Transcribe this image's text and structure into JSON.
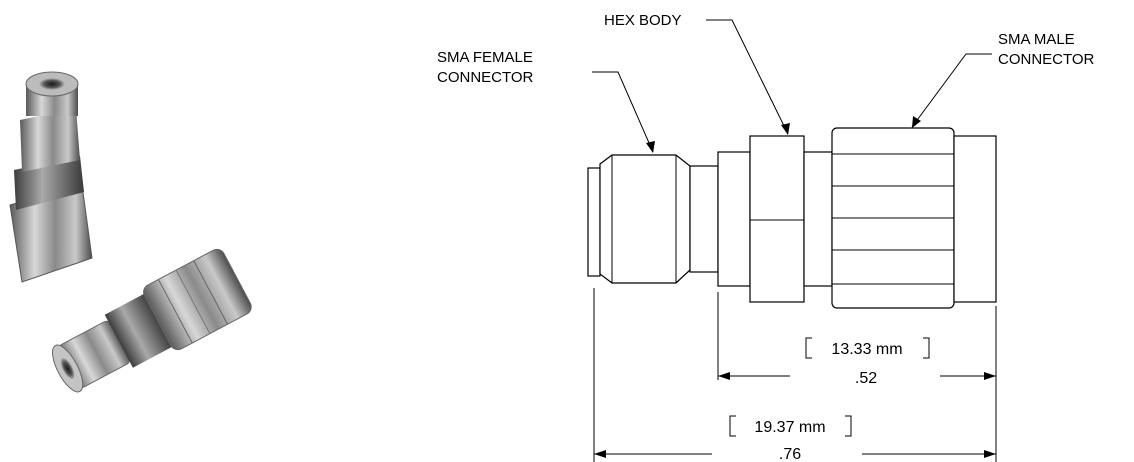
{
  "photo": {
    "subject": "Two stainless steel SMA adapters"
  },
  "diagram": {
    "callouts": {
      "hex_body": "HEX BODY",
      "female_line1": "SMA  FEMALE",
      "female_line2": "CONNECTOR",
      "male_line1": "SMA  MALE",
      "male_line2": "CONNECTOR"
    },
    "dimensions": {
      "short_mm": "13.33 mm",
      "short_in": ".52",
      "long_mm": "19.37 mm",
      "long_in": ".76"
    }
  }
}
